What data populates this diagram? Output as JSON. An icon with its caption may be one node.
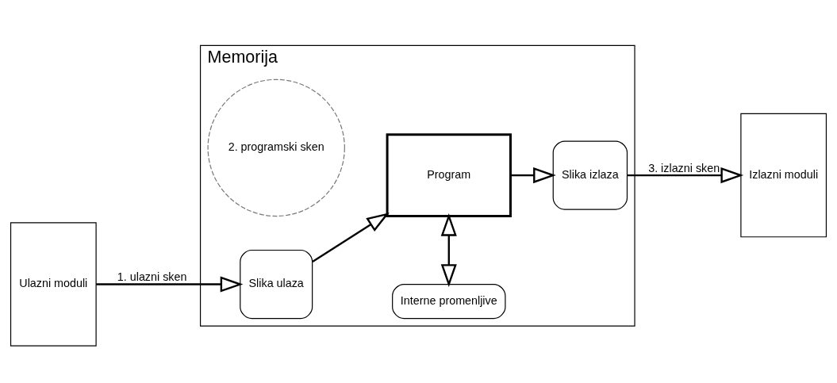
{
  "diagram": {
    "nodes": [
      {
        "text": [
          "Ulazni moduli"
        ]
      },
      {
        "text": [
          "Memorija"
        ]
      },
      {
        "text": [
          "2. programski sken"
        ],
        "in": 1
      },
      {
        "text": [
          "Interne promenljive"
        ],
        "in": 1
      },
      {
        "text": [
          "Slika ulaza"
        ],
        "in": 1
      },
      {
        "text": [
          "Program"
        ],
        "in": 1
      },
      {
        "text": [
          "Slika izlaza"
        ],
        "in": 1
      },
      {
        "text": [
          "Izlazni moduli"
        ]
      }
    ],
    "edges": [
      {
        "from": 0,
        "to": 4,
        "arrow": "to",
        "label": "1. ulazni sken"
      },
      {
        "from": 4,
        "to": 5,
        "arrow": "to"
      },
      {
        "from": 3,
        "to": 5,
        "arrow": "both"
      },
      {
        "from": 5,
        "to": 6,
        "arrow": "to"
      },
      {
        "from": 6,
        "to": 7,
        "arrow": "to",
        "label": "3. izlazni sken"
      }
    ]
  }
}
